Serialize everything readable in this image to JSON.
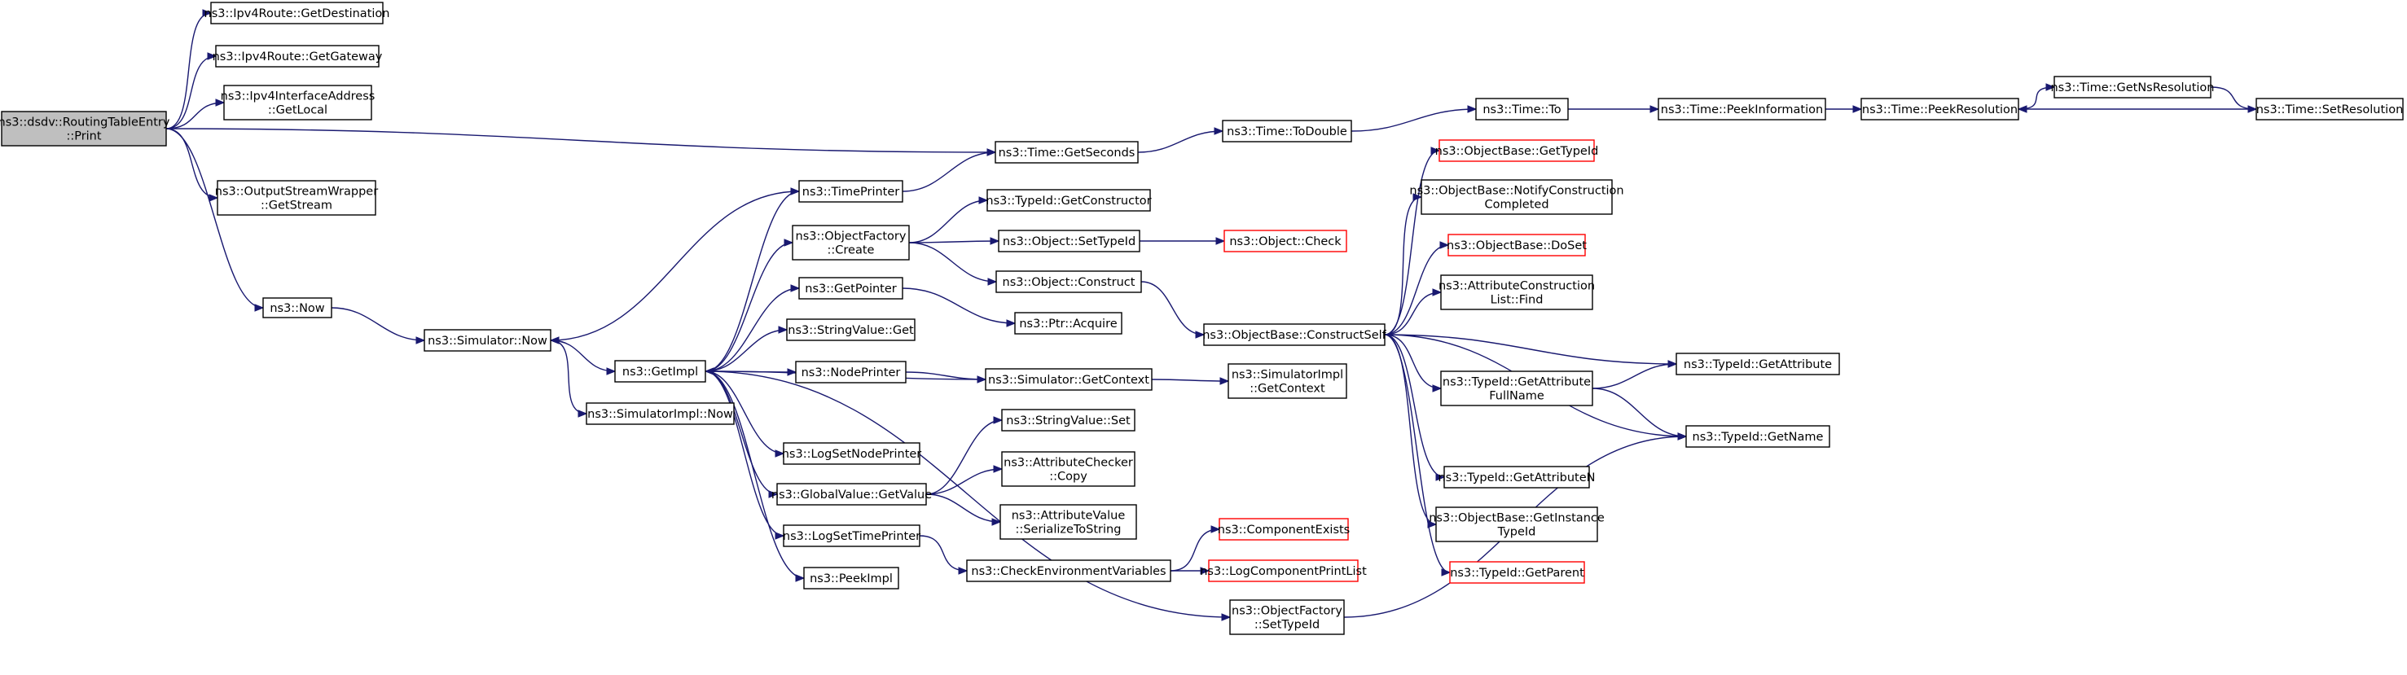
{
  "graph": {
    "nodes": [
      {
        "id": "n0",
        "lines": [
          "ns3::dsdv::RoutingTableEntry",
          "::Print"
        ],
        "style": "root"
      },
      {
        "id": "n1",
        "lines": [
          "ns3::Ipv4Route::GetDestination"
        ],
        "style": "normal"
      },
      {
        "id": "n2",
        "lines": [
          "ns3::Ipv4Route::GetGateway"
        ],
        "style": "normal"
      },
      {
        "id": "n3",
        "lines": [
          "ns3::Ipv4InterfaceAddress",
          "::GetLocal"
        ],
        "style": "normal"
      },
      {
        "id": "n4",
        "lines": [
          "ns3::Time::GetSeconds"
        ],
        "style": "normal"
      },
      {
        "id": "n5",
        "lines": [
          "ns3::OutputStreamWrapper",
          "::GetStream"
        ],
        "style": "normal"
      },
      {
        "id": "n6",
        "lines": [
          "ns3::Now"
        ],
        "style": "normal"
      },
      {
        "id": "n7",
        "lines": [
          "ns3::Time::ToDouble"
        ],
        "style": "normal"
      },
      {
        "id": "n8",
        "lines": [
          "ns3::Time::To"
        ],
        "style": "normal"
      },
      {
        "id": "n9",
        "lines": [
          "ns3::Time::PeekInformation"
        ],
        "style": "normal"
      },
      {
        "id": "n10",
        "lines": [
          "ns3::Time::PeekResolution"
        ],
        "style": "normal"
      },
      {
        "id": "n11",
        "lines": [
          "ns3::Time::GetNsResolution"
        ],
        "style": "normal"
      },
      {
        "id": "n12",
        "lines": [
          "ns3::Time::SetResolution"
        ],
        "style": "normal"
      },
      {
        "id": "n13",
        "lines": [
          "ns3::Simulator::Now"
        ],
        "style": "normal"
      },
      {
        "id": "n14",
        "lines": [
          "ns3::GetImpl"
        ],
        "style": "normal"
      },
      {
        "id": "n15",
        "lines": [
          "ns3::SimulatorImpl::Now"
        ],
        "style": "normal"
      },
      {
        "id": "n16",
        "lines": [
          "ns3::TimePrinter"
        ],
        "style": "normal"
      },
      {
        "id": "n17",
        "lines": [
          "ns3::ObjectFactory",
          "::Create"
        ],
        "style": "normal"
      },
      {
        "id": "n18",
        "lines": [
          "ns3::GetPointer"
        ],
        "style": "normal"
      },
      {
        "id": "n19",
        "lines": [
          "ns3::StringValue::Get"
        ],
        "style": "normal"
      },
      {
        "id": "n20",
        "lines": [
          "ns3::NodePrinter"
        ],
        "style": "normal"
      },
      {
        "id": "n21",
        "lines": [
          "ns3::LogSetNodePrinter"
        ],
        "style": "normal"
      },
      {
        "id": "n22",
        "lines": [
          "ns3::GlobalValue::GetValue"
        ],
        "style": "normal"
      },
      {
        "id": "n23",
        "lines": [
          "ns3::LogSetTimePrinter"
        ],
        "style": "normal"
      },
      {
        "id": "n24",
        "lines": [
          "ns3::PeekImpl"
        ],
        "style": "normal"
      },
      {
        "id": "n25",
        "lines": [
          "ns3::TypeId::GetConstructor"
        ],
        "style": "normal"
      },
      {
        "id": "n26",
        "lines": [
          "ns3::Object::SetTypeId"
        ],
        "style": "normal"
      },
      {
        "id": "n27",
        "lines": [
          "ns3::Object::Check"
        ],
        "style": "missing"
      },
      {
        "id": "n28",
        "lines": [
          "ns3::Object::Construct"
        ],
        "style": "normal"
      },
      {
        "id": "n29",
        "lines": [
          "ns3::Ptr::Acquire"
        ],
        "style": "normal"
      },
      {
        "id": "n30",
        "lines": [
          "ns3::Simulator::GetContext"
        ],
        "style": "normal"
      },
      {
        "id": "n31",
        "lines": [
          "ns3::SimulatorImpl",
          "::GetContext"
        ],
        "style": "normal"
      },
      {
        "id": "n32",
        "lines": [
          "ns3::StringValue::Set"
        ],
        "style": "normal"
      },
      {
        "id": "n33",
        "lines": [
          "ns3::AttributeChecker",
          "::Copy"
        ],
        "style": "normal"
      },
      {
        "id": "n34",
        "lines": [
          "ns3::AttributeValue",
          "::SerializeToString"
        ],
        "style": "normal"
      },
      {
        "id": "n35",
        "lines": [
          "ns3::CheckEnvironmentVariables"
        ],
        "style": "normal"
      },
      {
        "id": "n36",
        "lines": [
          "ns3::ComponentExists"
        ],
        "style": "missing"
      },
      {
        "id": "n37",
        "lines": [
          "ns3::LogComponentPrintList"
        ],
        "style": "missing"
      },
      {
        "id": "n38",
        "lines": [
          "ns3::ObjectFactory",
          "::SetTypeId"
        ],
        "style": "normal"
      },
      {
        "id": "n39",
        "lines": [
          "ns3::ObjectBase::ConstructSelf"
        ],
        "style": "normal"
      },
      {
        "id": "n40",
        "lines": [
          "ns3::ObjectBase::GetTypeId"
        ],
        "style": "missing"
      },
      {
        "id": "n41",
        "lines": [
          "ns3::ObjectBase::NotifyConstruction",
          "Completed"
        ],
        "style": "normal"
      },
      {
        "id": "n42",
        "lines": [
          "ns3::ObjectBase::DoSet"
        ],
        "style": "missing"
      },
      {
        "id": "n43",
        "lines": [
          "ns3::AttributeConstruction",
          "List::Find"
        ],
        "style": "normal"
      },
      {
        "id": "n44",
        "lines": [
          "ns3::TypeId::GetAttribute"
        ],
        "style": "normal"
      },
      {
        "id": "n45",
        "lines": [
          "ns3::TypeId::GetAttribute",
          "FullName"
        ],
        "style": "normal"
      },
      {
        "id": "n46",
        "lines": [
          "ns3::TypeId::GetName"
        ],
        "style": "normal"
      },
      {
        "id": "n47",
        "lines": [
          "ns3::TypeId::GetAttributeN"
        ],
        "style": "normal"
      },
      {
        "id": "n48",
        "lines": [
          "ns3::ObjectBase::GetInstance",
          "TypeId"
        ],
        "style": "normal"
      },
      {
        "id": "n49",
        "lines": [
          "ns3::TypeId::GetParent"
        ],
        "style": "missing"
      }
    ],
    "edges": [
      [
        "n0",
        "n1"
      ],
      [
        "n0",
        "n2"
      ],
      [
        "n0",
        "n3"
      ],
      [
        "n0",
        "n4"
      ],
      [
        "n0",
        "n5"
      ],
      [
        "n0",
        "n6"
      ],
      [
        "n4",
        "n7"
      ],
      [
        "n7",
        "n8"
      ],
      [
        "n8",
        "n9"
      ],
      [
        "n9",
        "n10"
      ],
      [
        "n10",
        "n11"
      ],
      [
        "n11",
        "n12"
      ],
      [
        "n12",
        "n10"
      ],
      [
        "n6",
        "n13"
      ],
      [
        "n13",
        "n14"
      ],
      [
        "n13",
        "n15"
      ],
      [
        "n14",
        "n16"
      ],
      [
        "n14",
        "n17"
      ],
      [
        "n14",
        "n18"
      ],
      [
        "n14",
        "n19"
      ],
      [
        "n14",
        "n20"
      ],
      [
        "n14",
        "n21"
      ],
      [
        "n14",
        "n22"
      ],
      [
        "n14",
        "n23"
      ],
      [
        "n14",
        "n24"
      ],
      [
        "n14",
        "n38"
      ],
      [
        "n16",
        "n4"
      ],
      [
        "n16",
        "n13"
      ],
      [
        "n17",
        "n25"
      ],
      [
        "n17",
        "n26"
      ],
      [
        "n17",
        "n28"
      ],
      [
        "n26",
        "n27"
      ],
      [
        "n28",
        "n39"
      ],
      [
        "n18",
        "n29"
      ],
      [
        "n20",
        "n30"
      ],
      [
        "n30",
        "n14"
      ],
      [
        "n30",
        "n31"
      ],
      [
        "n22",
        "n32"
      ],
      [
        "n22",
        "n33"
      ],
      [
        "n22",
        "n34"
      ],
      [
        "n23",
        "n35"
      ],
      [
        "n35",
        "n36"
      ],
      [
        "n35",
        "n37"
      ],
      [
        "n38",
        "n46"
      ],
      [
        "n39",
        "n40"
      ],
      [
        "n39",
        "n41"
      ],
      [
        "n39",
        "n42"
      ],
      [
        "n39",
        "n43"
      ],
      [
        "n39",
        "n44"
      ],
      [
        "n39",
        "n45"
      ],
      [
        "n39",
        "n46"
      ],
      [
        "n39",
        "n47"
      ],
      [
        "n39",
        "n48"
      ],
      [
        "n39",
        "n49"
      ],
      [
        "n45",
        "n44"
      ],
      [
        "n45",
        "n46"
      ]
    ]
  }
}
